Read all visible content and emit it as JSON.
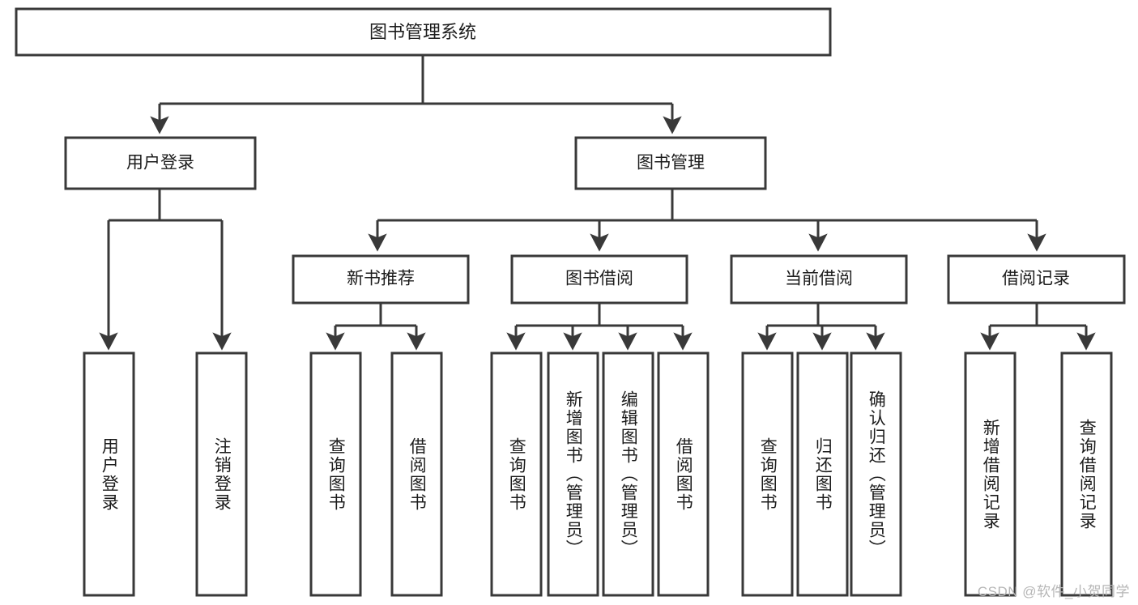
{
  "diagram": {
    "type": "tree-hierarchy-flowchart",
    "title": "图书管理系统",
    "watermark": "CSDN @软件_小贺同学",
    "colors": {
      "stroke": "#393939",
      "fill": "#ffffff",
      "text": "#1c1c1c",
      "watermark": "#b6b6b6"
    },
    "levels": {
      "root": {
        "label": "图书管理系统"
      },
      "level2": [
        {
          "id": "user-login",
          "label": "用户登录"
        },
        {
          "id": "book-manage",
          "label": "图书管理"
        }
      ],
      "level3": [
        {
          "id": "new-book-rec",
          "label": "新书推荐",
          "parent": "book-manage"
        },
        {
          "id": "book-borrow",
          "label": "图书借阅",
          "parent": "book-manage"
        },
        {
          "id": "current-borrow",
          "label": "当前借阅",
          "parent": "book-manage"
        },
        {
          "id": "borrow-record",
          "label": "借阅记录",
          "parent": "book-manage"
        }
      ],
      "leaves": [
        {
          "id": "leaf-user-login",
          "label": "用户登录",
          "parent": "user-login"
        },
        {
          "id": "leaf-logout",
          "label": "注销登录",
          "parent": "user-login"
        },
        {
          "id": "leaf-query-book-1",
          "label": "查询图书",
          "parent": "new-book-rec"
        },
        {
          "id": "leaf-borrow-book-1",
          "label": "借阅图书",
          "parent": "new-book-rec"
        },
        {
          "id": "leaf-query-book-2",
          "label": "查询图书",
          "parent": "book-borrow"
        },
        {
          "id": "leaf-add-book",
          "label": "新增图书（管理员）",
          "parent": "book-borrow"
        },
        {
          "id": "leaf-edit-book",
          "label": "编辑图书（管理员）",
          "parent": "book-borrow"
        },
        {
          "id": "leaf-borrow-book-2",
          "label": "借阅图书",
          "parent": "book-borrow"
        },
        {
          "id": "leaf-query-book-3",
          "label": "查询图书",
          "parent": "current-borrow"
        },
        {
          "id": "leaf-return-book",
          "label": "归还图书",
          "parent": "current-borrow"
        },
        {
          "id": "leaf-confirm-return",
          "label": "确认归还（管理员）",
          "parent": "current-borrow"
        },
        {
          "id": "leaf-add-record",
          "label": "新增借阅记录",
          "parent": "borrow-record"
        },
        {
          "id": "leaf-query-record",
          "label": "查询借阅记录",
          "parent": "borrow-record"
        }
      ]
    }
  }
}
